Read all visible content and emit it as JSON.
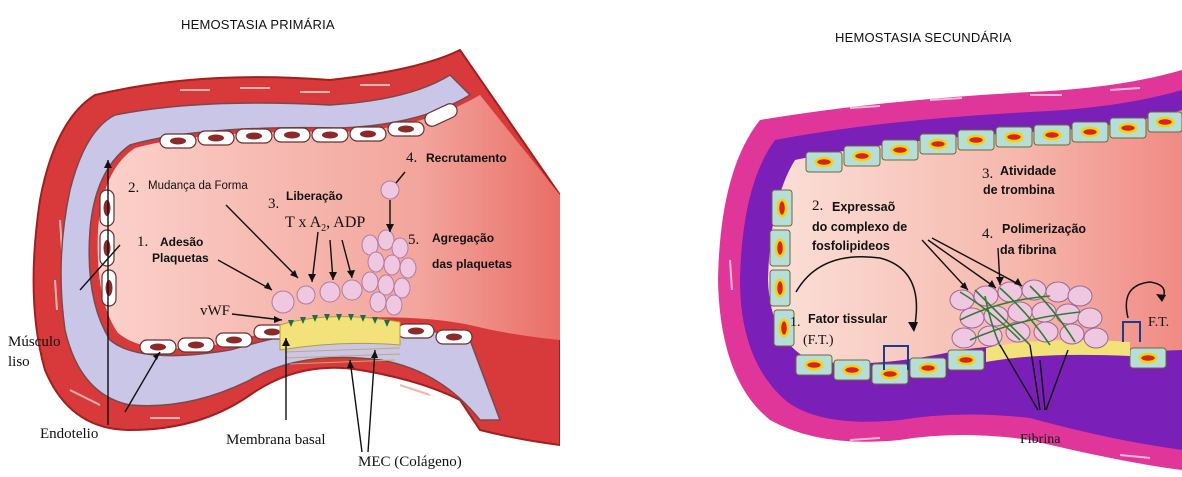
{
  "left": {
    "title": "HEMOSTASIA PRIMÁRIA",
    "labels": {
      "musculo": "Músculo",
      "liso": "liso",
      "endotelio": "Endotelio",
      "membrana": "Membrana basal",
      "mec": "MEC (Colágeno)",
      "vwf": "vWF",
      "step1_num": "1.",
      "step1_a": "Adesão",
      "step1_b": "Plaquetas",
      "step2_num": "2.",
      "step2": "Mudança da Forma",
      "step3_num": "3.",
      "step3": "Liberação",
      "txa2": "T x A",
      "txa2_sub": "2",
      "adp": ", ADP",
      "step4_num": "4.",
      "step4": "Recrutamento",
      "step5_num": "5.",
      "step5_a": "Agregação",
      "step5_b": "das plaquetas"
    }
  },
  "right": {
    "title": "HEMOSTASIA SECUNDÁRIA",
    "labels": {
      "s1_num": "1.",
      "s1_a": "Fator tissular",
      "s1_b": "(F.T.)",
      "s2_num": "2.",
      "s2_a": "Expressaõ",
      "s2_b": "do complexo de",
      "s2_c": "fosfolipideos",
      "s3_num": "3.",
      "s3_a": "Atividade",
      "s3_b": "de trombina",
      "s4_num": "4.",
      "s4_a": "Polimerização",
      "s4_b": "da fibrina",
      "ft": "F.T.",
      "fibrina": "Fibrina"
    }
  },
  "colors": {
    "muscle": "#d8393a",
    "muscle_dark": "#a0201f",
    "endothelium_band": "#c9c6e8",
    "lumen": "#f2a59c",
    "cell_nucleus": "#8a2a2a",
    "platelet": "#efc7e0",
    "collagen": "#f3e27a",
    "right_outer": "#e0369a",
    "right_purple": "#7a1fb8",
    "right_cell": "#b7ded6",
    "right_nucleus_ring": "#f2d400",
    "right_nucleus": "#d8222a"
  }
}
